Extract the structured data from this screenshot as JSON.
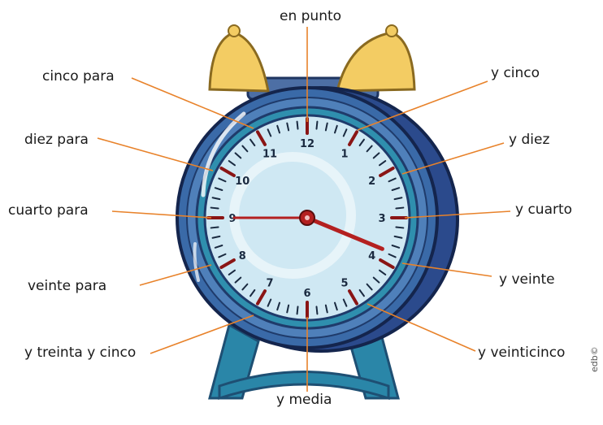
{
  "labels": {
    "en_punto": "en punto",
    "y_cinco": "y cinco",
    "y_diez": "y diez",
    "y_cuarto": "y cuarto",
    "y_veinte": "y veinte",
    "y_veinticinco": "y veinticinco",
    "y_media": "y media",
    "y_treinta_y_cinco": "y treinta y cinco",
    "veinte_para": "veinte para",
    "cuarto_para": "cuarto para",
    "diez_para": "diez para",
    "cinco_para": "cinco para"
  },
  "dial_numbers": [
    "12",
    "1",
    "2",
    "3",
    "4",
    "5",
    "6",
    "7",
    "8",
    "9",
    "10",
    "11"
  ],
  "credit": "edb©",
  "time_shown": {
    "hour": 3,
    "minute": 45
  },
  "colors": {
    "leader_line": "#e8822a",
    "bell": "#f3cc63",
    "body_dark": "#2b4a8c",
    "body_mid": "#3a6aa8",
    "ring": "#2f8fae",
    "face": "#cfe8f3",
    "hands": "#b42020",
    "legs": "#2a86a8"
  }
}
